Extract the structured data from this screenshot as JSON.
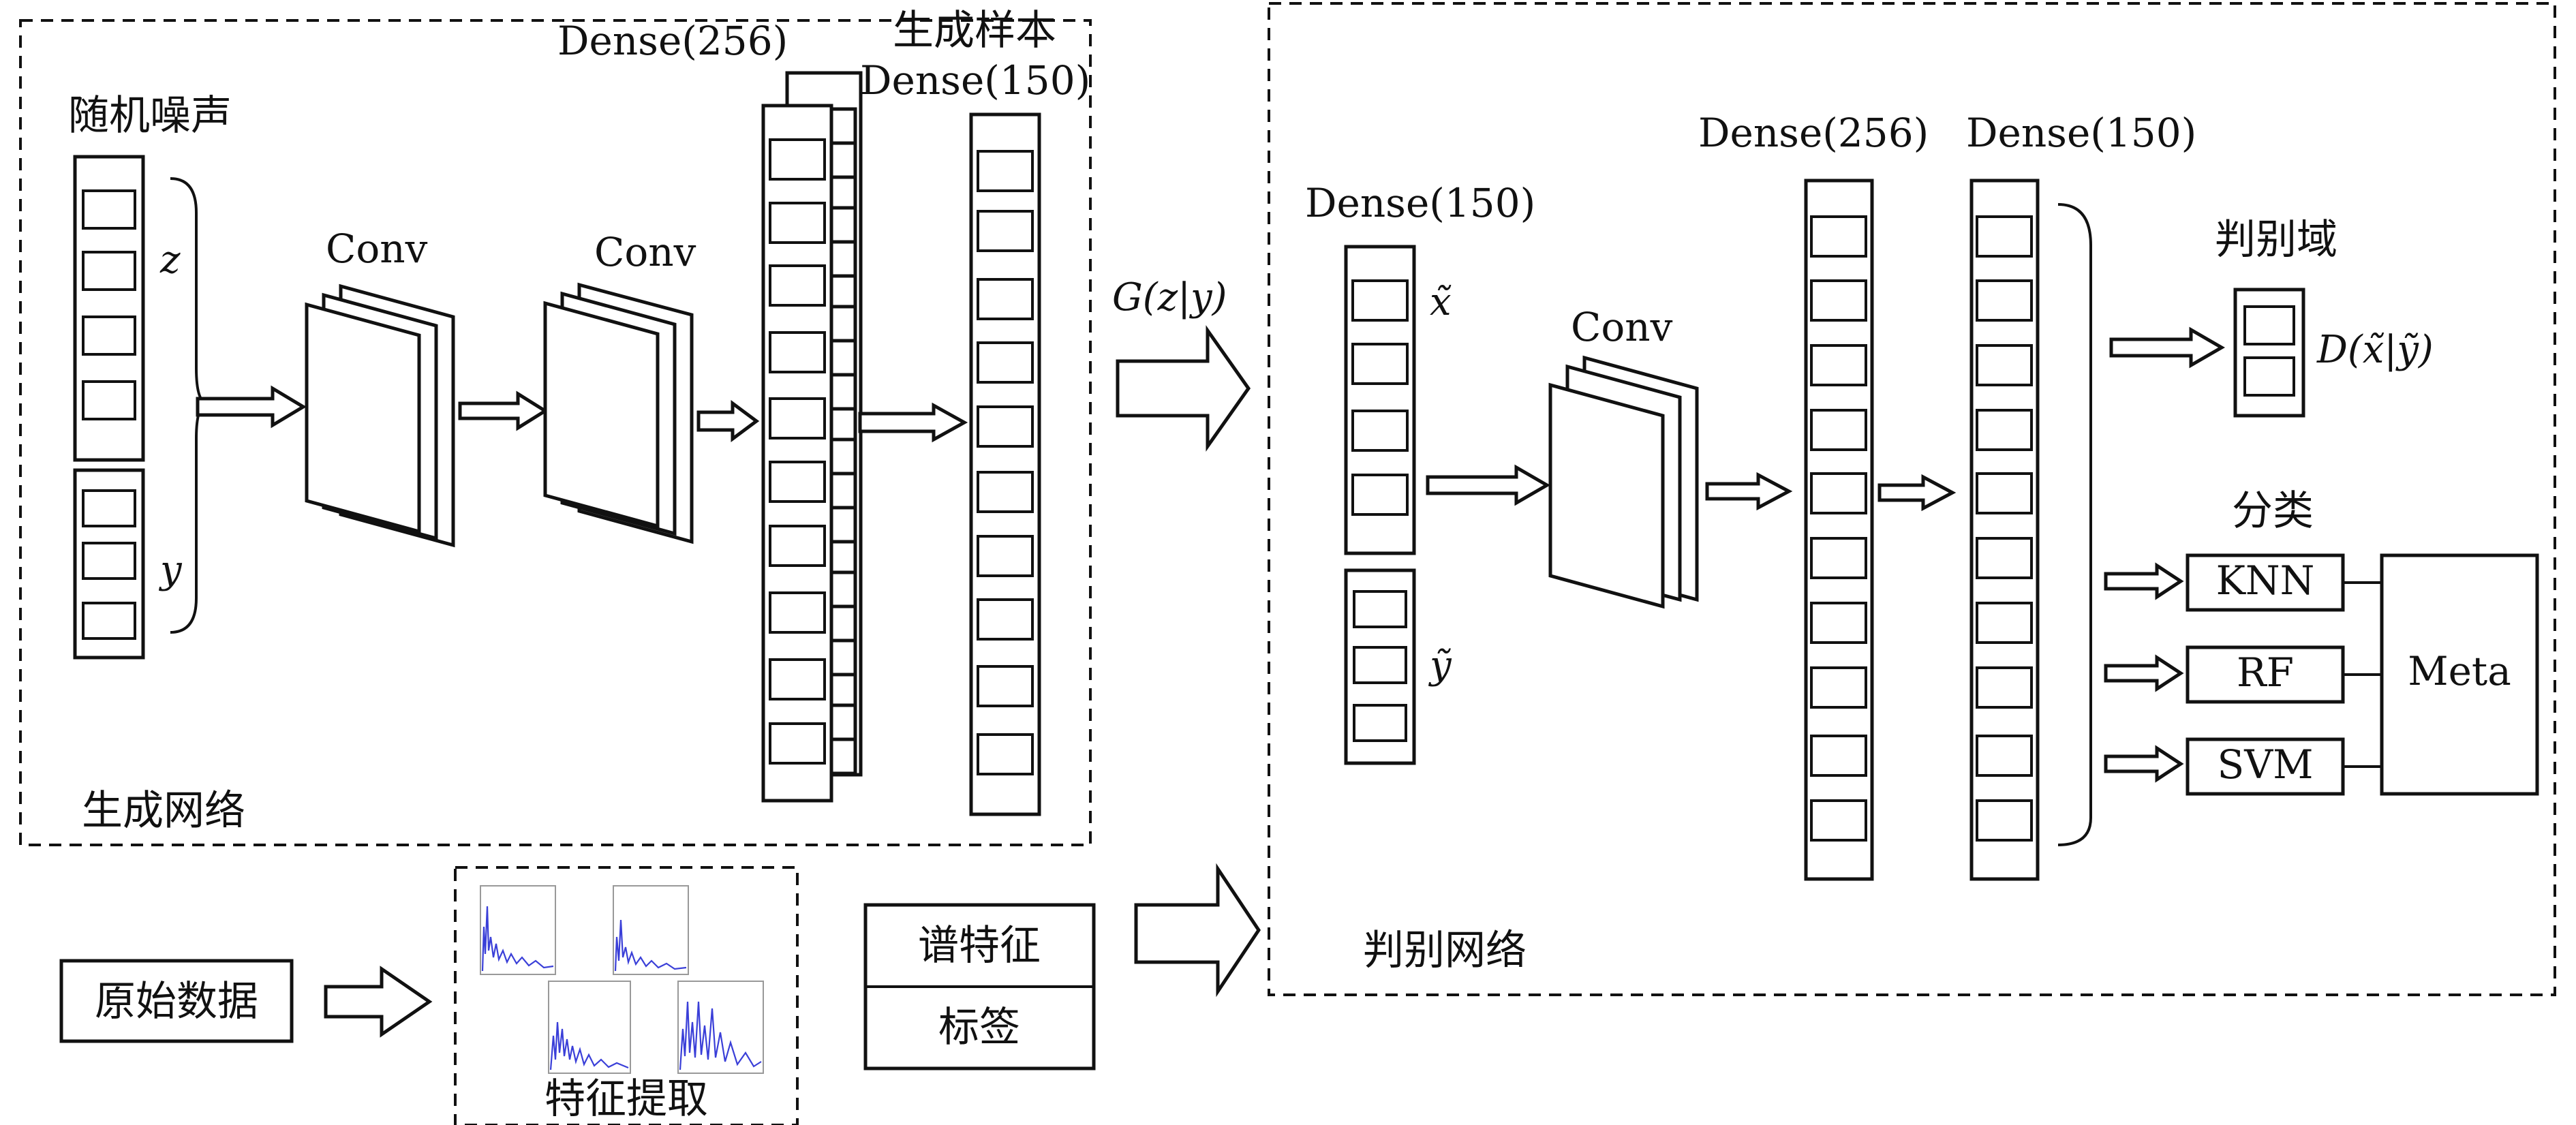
{
  "generator": {
    "frame_label": "生成网络",
    "noise_label": "随机噪声",
    "z_label": "z",
    "y_label": "y",
    "conv1_label": "Conv",
    "conv2_label": "Conv",
    "dense256_label": "Dense(256)",
    "dense150_label": "Dense(150)",
    "samples_label": "生成样本"
  },
  "transfer": {
    "g_label": "G(z|y)"
  },
  "discriminator": {
    "frame_label": "判别网络",
    "input_dense_label": "Dense(150)",
    "x_tilde_label": "x̃",
    "y_tilde_label": "ỹ",
    "conv_label": "Conv",
    "dense256_label": "Dense(256)",
    "dense150_label": "Dense(150)",
    "domain_label": "判别域",
    "d_label": "D(x̃|ỹ)",
    "classify_label": "分类",
    "knn_label": "KNN",
    "rf_label": "RF",
    "svm_label": "SVM",
    "meta_label": "Meta"
  },
  "bottom": {
    "raw_data_label": "原始数据",
    "feature_extract_label": "特征提取",
    "spectral_feature_label": "谱特征",
    "label_label": "标签"
  }
}
